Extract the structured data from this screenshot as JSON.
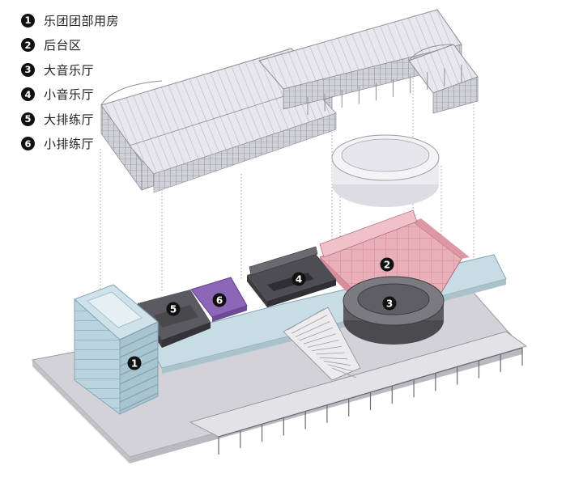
{
  "legend": [
    {
      "num": "1",
      "label": "乐团团部用房"
    },
    {
      "num": "2",
      "label": "后台区"
    },
    {
      "num": "3",
      "label": "大音乐厅"
    },
    {
      "num": "4",
      "label": "小音乐厅"
    },
    {
      "num": "5",
      "label": "大排练厅"
    },
    {
      "num": "6",
      "label": "小排练厅"
    }
  ],
  "markers": {
    "office": "1",
    "backstage": "2",
    "big_hall": "3",
    "small_hall": "4",
    "big_rehearsal": "5",
    "small_rehearsal": "6"
  },
  "colors": {
    "backstage": "#e8a9b4",
    "small_rehearsal": "#8e66b8",
    "dark_volume": "#55555a",
    "glass_tower": "#b7d2de",
    "roof": "#e4e4ea"
  }
}
